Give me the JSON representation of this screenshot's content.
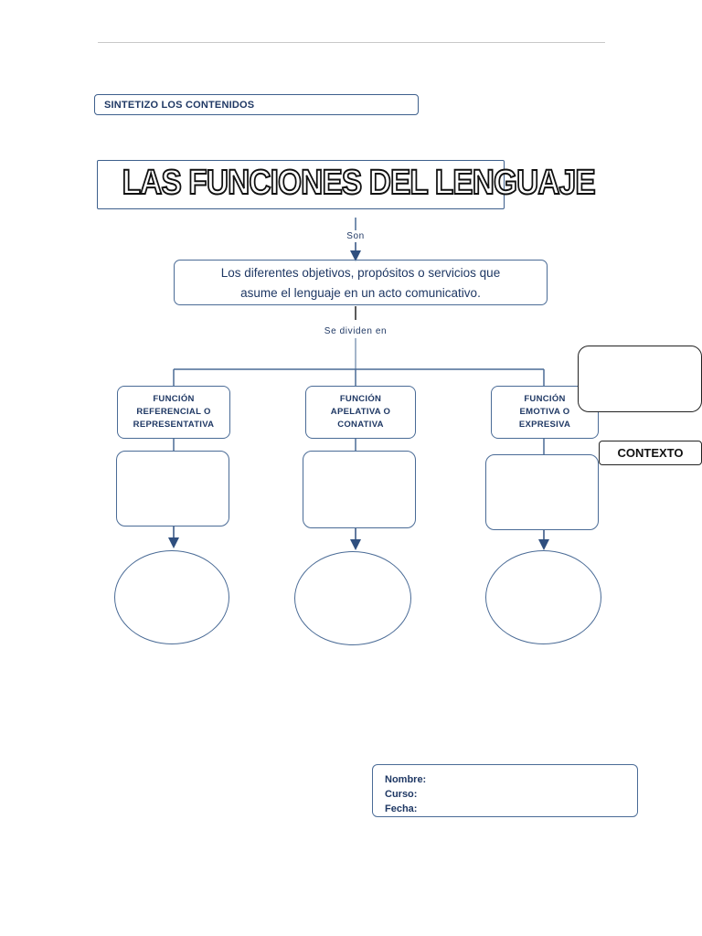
{
  "section_heading": "SINTETIZO LOS CONTENIDOS",
  "title": "LAS FUNCIONES DEL LENGUAJE",
  "connector_son": "Son",
  "definition": {
    "line1": "Los diferentes objetivos, propósitos o servicios que",
    "line2": "asume el lenguaje en un acto comunicativo."
  },
  "connector_divide": "Se dividen en",
  "functions": [
    {
      "line1": "FUNCIÓN",
      "line2": "REFERENCIAL O",
      "line3": "REPRESENTATIVA"
    },
    {
      "line1": "FUNCIÓN",
      "line2": "APELATIVA O",
      "line3": "CONATIVA"
    },
    {
      "line1": "FUNCIÓN",
      "line2": "EMOTIVA O",
      "line3": "EXPRESIVA"
    }
  ],
  "context_label": "CONTEXTO",
  "student_info": {
    "name_label": "Nombre:",
    "course_label": "Curso:",
    "date_label": "Fecha:"
  },
  "colors": {
    "line": "#4a6b96",
    "text": "#1f3864"
  }
}
